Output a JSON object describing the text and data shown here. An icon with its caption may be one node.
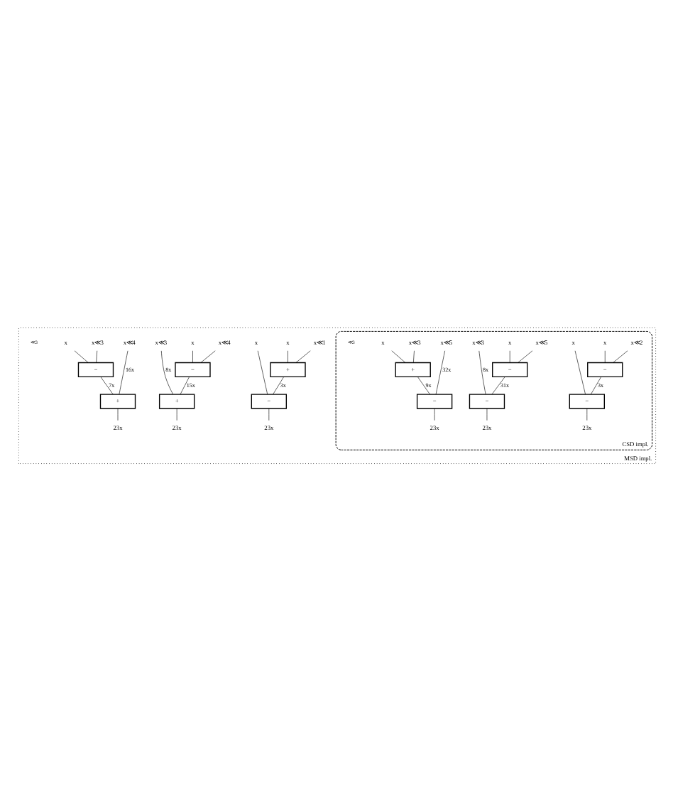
{
  "diagram": {
    "nodes": [
      {
        "text": [
          "MSD impl."
        ]
      },
      {
        "text": [
          "CSD impl."
        ],
        "in": 0
      },
      {
        "text": [
          "x≪2"
        ],
        "in": 1
      },
      {
        "text": [
          "x"
        ],
        "in": 1
      },
      {
        "text": [
          "x"
        ],
        "in": 1
      },
      {
        "text": [
          "−"
        ],
        "in": 1
      },
      {
        "text": [
          "−"
        ],
        "in": 1
      },
      {
        "text": [
          "23x"
        ],
        "in": 1
      },
      {
        "text": [
          "x≪5"
        ],
        "in": 1
      },
      {
        "text": [
          "x"
        ],
        "in": 1
      },
      {
        "text": [
          "x≪3"
        ],
        "in": 1
      },
      {
        "text": [
          "−"
        ],
        "in": 1
      },
      {
        "text": [
          "−"
        ],
        "in": 1
      },
      {
        "text": [
          "23x"
        ],
        "in": 1
      },
      {
        "text": [
          "x≪5"
        ],
        "in": 1
      },
      {
        "text": [
          "x≪3"
        ],
        "in": 1
      },
      {
        "text": [
          "x"
        ],
        "in": 1
      },
      {
        "text": [
          "+"
        ],
        "in": 1
      },
      {
        "text": [
          "−"
        ],
        "in": 1
      },
      {
        "text": [
          "23x"
        ],
        "in": 1
      },
      {
        "text": [
          "x≪1"
        ],
        "in": 0
      },
      {
        "text": [
          "x"
        ],
        "in": 0
      },
      {
        "text": [
          "x"
        ],
        "in": 0
      },
      {
        "text": [
          "+"
        ],
        "in": 0
      },
      {
        "text": [
          "−"
        ],
        "in": 0
      },
      {
        "text": [
          "23x"
        ],
        "in": 0
      },
      {
        "text": [
          "x≪4"
        ],
        "in": 0
      },
      {
        "text": [
          "x"
        ],
        "in": 0
      },
      {
        "text": [
          "x≪3"
        ],
        "in": 0
      },
      {
        "text": [
          "−"
        ],
        "in": 0
      },
      {
        "text": [
          "+"
        ],
        "in": 0
      },
      {
        "text": [
          "23x"
        ],
        "in": 0
      },
      {
        "text": [
          "x≪4"
        ],
        "in": 0
      },
      {
        "text": [
          "x≪3"
        ],
        "in": 0
      },
      {
        "text": [
          "x"
        ],
        "in": 0
      },
      {
        "text": [
          "−"
        ],
        "in": 0
      },
      {
        "text": [
          "+"
        ],
        "in": 0
      },
      {
        "text": [
          "23x"
        ],
        "in": 0
      }
    ],
    "edges": [
      {
        "from": 2,
        "to": 5,
        "arrow": "none"
      },
      {
        "from": 3,
        "to": 5,
        "arrow": "none"
      },
      {
        "from": 5,
        "to": 6,
        "arrow": "none",
        "label": "3x"
      },
      {
        "from": 4,
        "to": 6,
        "arrow": "none"
      },
      {
        "from": 6,
        "to": 7,
        "arrow": "none"
      },
      {
        "from": 8,
        "to": 11,
        "arrow": "none"
      },
      {
        "from": 9,
        "to": 11,
        "arrow": "none"
      },
      {
        "from": 11,
        "to": 12,
        "arrow": "none",
        "label": "31x"
      },
      {
        "from": 10,
        "to": 12,
        "arrow": "none",
        "label": "8x"
      },
      {
        "from": 12,
        "to": 13,
        "arrow": "none"
      },
      {
        "from": 14,
        "to": 18,
        "arrow": "none",
        "label": "32x"
      },
      {
        "from": 15,
        "to": 17,
        "arrow": "none"
      },
      {
        "from": 16,
        "to": 17,
        "arrow": "none"
      },
      {
        "from": 17,
        "to": 18,
        "arrow": "none",
        "label": "9x"
      },
      {
        "from": 18,
        "to": 19,
        "arrow": "none"
      },
      {
        "from": 20,
        "to": 23,
        "arrow": "none"
      },
      {
        "from": 21,
        "to": 23,
        "arrow": "none"
      },
      {
        "from": 23,
        "to": 24,
        "arrow": "none",
        "label": "3x"
      },
      {
        "from": 22,
        "to": 24,
        "arrow": "none"
      },
      {
        "from": 24,
        "to": 25,
        "arrow": "none"
      },
      {
        "from": 26,
        "to": 29,
        "arrow": "none"
      },
      {
        "from": 27,
        "to": 29,
        "arrow": "none"
      },
      {
        "from": 29,
        "to": 30,
        "arrow": "none",
        "label": "15x"
      },
      {
        "from": 28,
        "to": 30,
        "arrow": "none",
        "label": "8x"
      },
      {
        "from": 30,
        "to": 31,
        "arrow": "none"
      },
      {
        "from": 32,
        "to": 36,
        "arrow": "none",
        "label": "16x"
      },
      {
        "from": 33,
        "to": 35,
        "arrow": "none"
      },
      {
        "from": 34,
        "to": 35,
        "arrow": "none"
      },
      {
        "from": 35,
        "to": 36,
        "arrow": "none",
        "label": "7x"
      },
      {
        "from": 36,
        "to": 37,
        "arrow": "none"
      }
    ],
    "labels": [
      "≪3",
      "≪3"
    ]
  }
}
